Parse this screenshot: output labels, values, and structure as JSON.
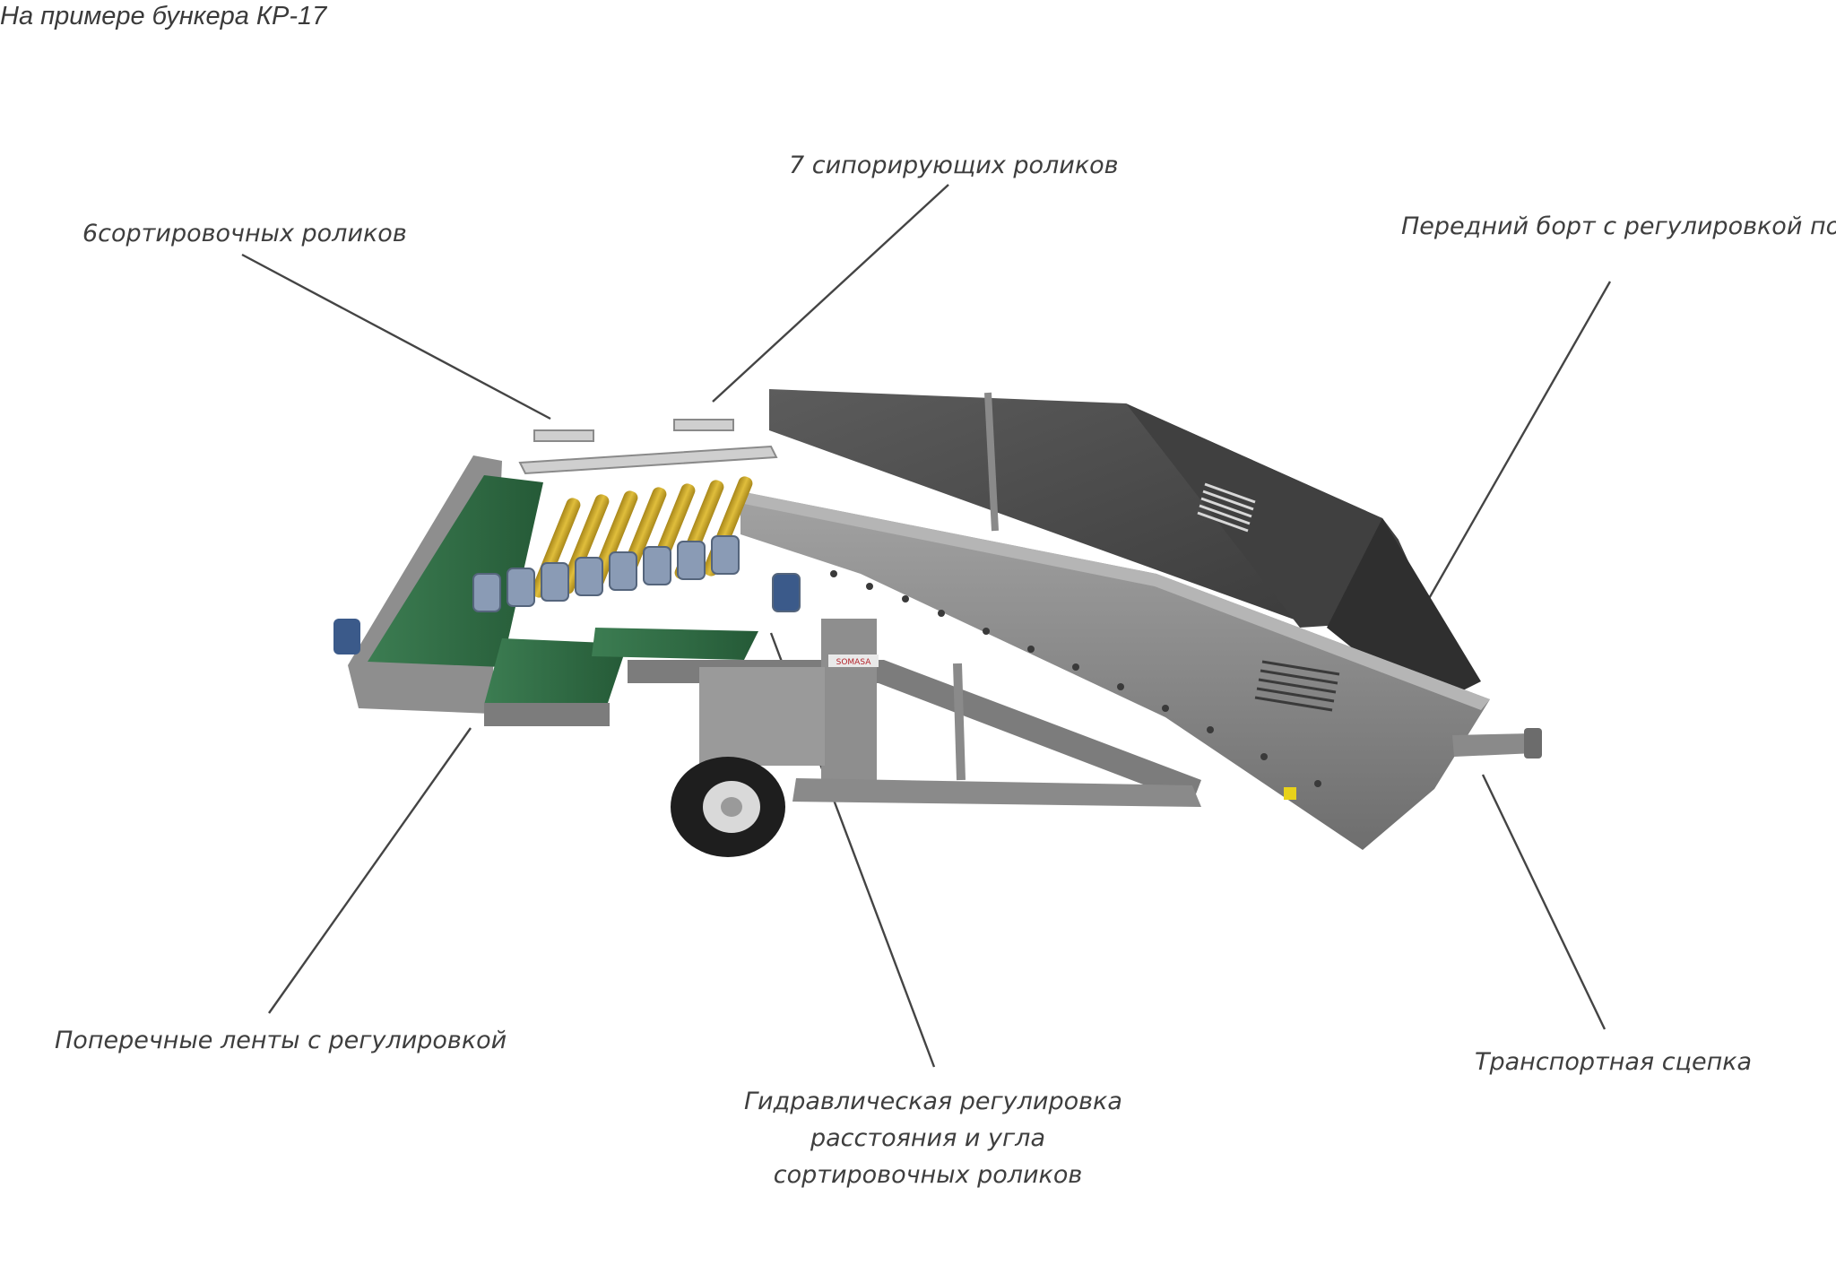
{
  "caption": "На примере бункера КР-17",
  "labels": {
    "sorting_rollers": "6сортировочных роликов",
    "sizing_rollers": "7 сипорирующих роликов",
    "front_board": "Передний борт с регулировкой по",
    "cross_belts": "Поперечные ленты с регулировкой",
    "hydraulic": [
      "Гидравлическая регулировка",
      "расстояния и угла",
      "сортировочных роликов"
    ],
    "hitch": "Транспортная сцепка"
  },
  "logo_text": "SOMASA",
  "colors": {
    "steel": "#8d8d8d",
    "steel_dark": "#5a5a5a",
    "hopper": "#4a4a4a",
    "belt_green": "#2f6b43",
    "roller_yellow": "#c8a423",
    "motor_blue": "#3b5a8a",
    "leader_line": "#444444",
    "tire": "#1e1e1e"
  }
}
